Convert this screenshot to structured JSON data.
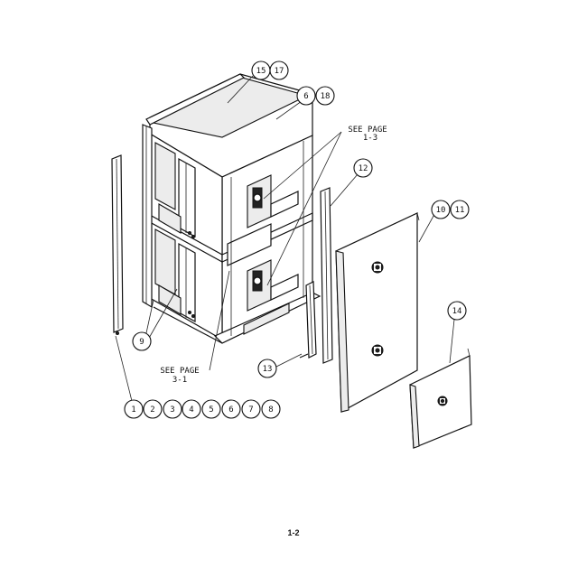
{
  "callouts": {
    "c1": "1",
    "c2": "2",
    "c3": "3",
    "c4": "4",
    "c5": "5",
    "c6": "6",
    "c7": "7",
    "c8": "8",
    "c9": "9",
    "c10": "10",
    "c11": "11",
    "c12": "12",
    "c13": "13",
    "c14": "14",
    "c15": "15",
    "c17": "17",
    "c6b": "6",
    "c18": "18"
  },
  "notes": {
    "see1_top": "SEE PAGE",
    "see1_bottom": "1-3",
    "see2_top": "SEE PAGE",
    "see2_bottom": "3-1"
  },
  "page_number": "1-2"
}
